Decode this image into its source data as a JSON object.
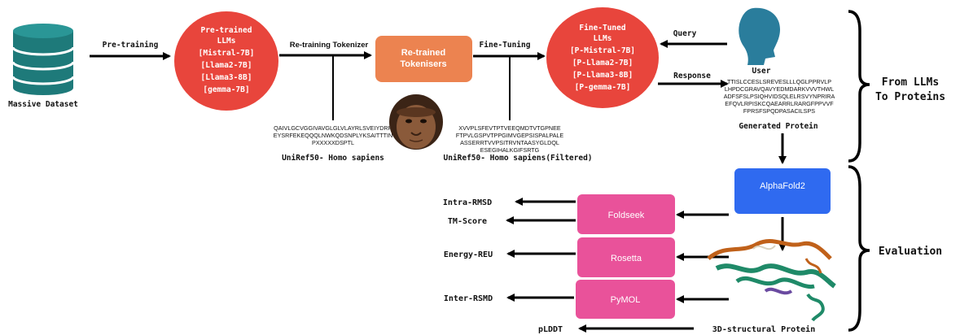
{
  "nodes": {
    "dataset": {
      "label": "Massive Dataset"
    },
    "pretrained": {
      "lines": [
        "Pre-trained",
        "LLMs",
        "[Mistral-7B]",
        "[Llama2-7B]",
        "[Llama3-8B]",
        "[gemma-7B]"
      ],
      "color": "#e8453c"
    },
    "tokenisers": {
      "lines": [
        "Re-trained",
        "Tokenisers"
      ],
      "color": "#ec8350"
    },
    "finetuned": {
      "lines": [
        "Fine-Tuned",
        "LLMs",
        "[P-Mistral-7B]",
        "[P-Llama2-7B]",
        "[P-Llama3-8B]",
        "[P-gemma-7B]"
      ],
      "color": "#e8453c"
    },
    "user": {
      "label": "User",
      "icon": "user-silhouette-icon",
      "color": "#2a7d9c"
    },
    "generated_protein": {
      "label": "Generated Protein",
      "sequence": [
        "TTISLCCESLSREVESLLLQGLPPRVLP",
        "LHPDCGRAVQAVYEDMDARKVVVTHWL",
        "ADFSFSLPSIQHVIDSQLELRSVYNPRIRA",
        "EFQVLRPISKCQAEARRLRARGFPPVVF",
        "FPRSFSPQDPASACILSPS"
      ]
    },
    "alphafold": {
      "label": "AlphaFold2",
      "color": "#2f6af0"
    },
    "foldseek": {
      "label": "Foldseek",
      "color": "#e9529a"
    },
    "rosetta": {
      "label": "Rosetta",
      "color": "#e9529a"
    },
    "pymol": {
      "label": "PyMOL",
      "color": "#e9529a"
    },
    "structural_protein": {
      "label": "3D-structural Protein"
    }
  },
  "edges": {
    "pretraining": "Pre-training",
    "retraining_tokenizer": "Re-training Tokenizer",
    "finetuning": "Fine-Tuning",
    "query": "Query",
    "response": "Response"
  },
  "uniref_homo": {
    "label": "UniRef50- Homo sapiens",
    "sequence": [
      "QAIVLGCVGGIVAVGLGLVLAYRLSVEIYDRR",
      "EYSRFEKEQQQLNWKQDSNPLYKSAITTTIN",
      "PXXXXXDSPTL"
    ]
  },
  "uniref_filtered": {
    "label": "UniRef50- Homo sapiens(Filtered)",
    "sequence": [
      "XVVPLSFEVTPTVEEQMDTVTGPNEE",
      "FTPVLGSPVTPPGIMVGEPSISPALPALE",
      "ASSERRTVVPSITRVNTAASYGLDQL",
      "ESEGIHALKGIFSRTG"
    ]
  },
  "metrics": {
    "intra_rmsd": "Intra-RMSD",
    "tm_score": "TM-Score",
    "energy_reu": "Energy-REU",
    "inter_rsmd": "Inter-RSMD",
    "plddt": "pLDDT"
  },
  "sections": {
    "top": [
      "From LLMs",
      "To Proteins"
    ],
    "bottom": "Evaluation"
  }
}
